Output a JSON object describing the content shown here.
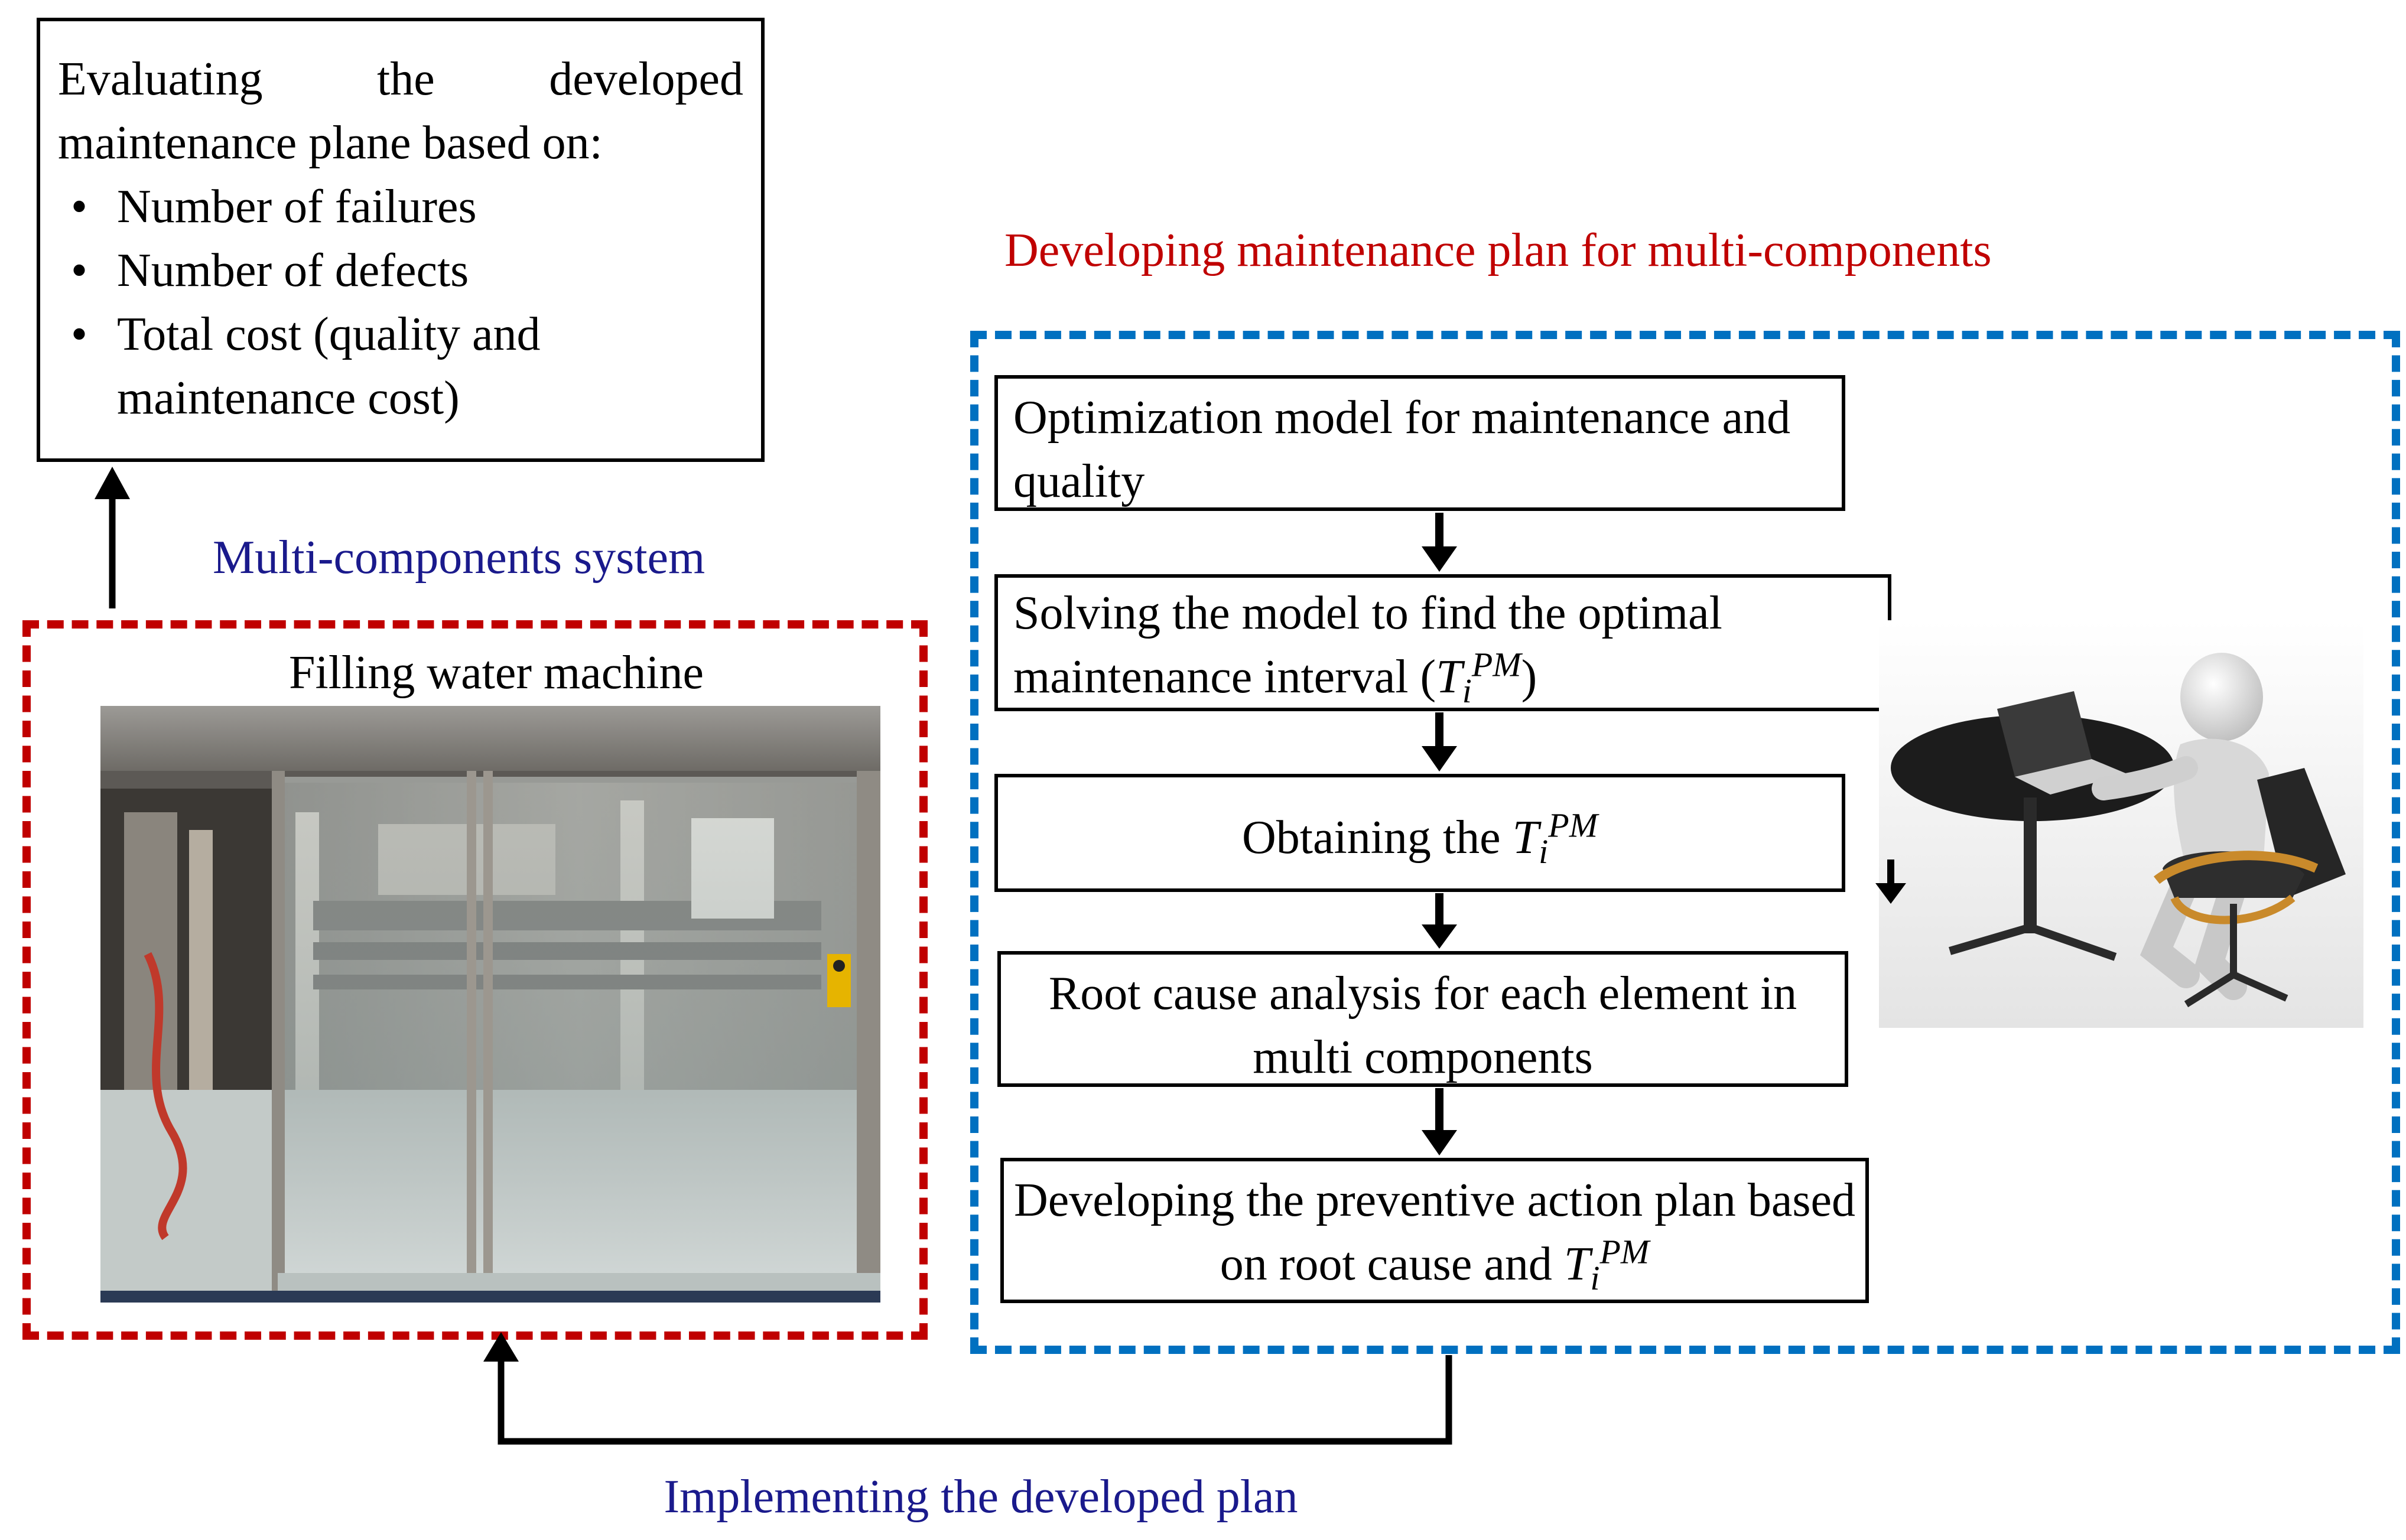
{
  "colors": {
    "red_accent": "#c00000",
    "blue_accent": "#0070c0",
    "label_blue": "#1a1a8c",
    "label_red": "#c00000"
  },
  "evaluation": {
    "heading": "Evaluating  the  developed maintenance  plane  based  on:",
    "items": [
      "Number  of  failures",
      "Number  of  defects",
      "Total  cost  (quality  and maintenance  cost)"
    ]
  },
  "multi_components_label": "Multi-components  system",
  "machine": {
    "title": "Filling  water  machine",
    "photo_icon": "filling-machine-photo"
  },
  "plan_title": "Developing  maintenance  plan  for  multi-components",
  "steps": {
    "s1": "Optimization  model  for maintenance  and  quality",
    "s2_pre": "Solving  the  model  to find  the optimal  maintenance  interval  (",
    "s2_post": ")",
    "s3_pre": "Obtaining  the",
    "s4": "Root  cause  analysis  for  each element  in  multi  components",
    "s5_pre": "Developing  the  preventive  action plan  based  on  root  cause  and"
  },
  "symbol": {
    "base": "T",
    "sup": "PM",
    "sub": "i"
  },
  "person_icon": "person-at-laptop-icon",
  "implement_label": "Implementing  the  developed  plan"
}
